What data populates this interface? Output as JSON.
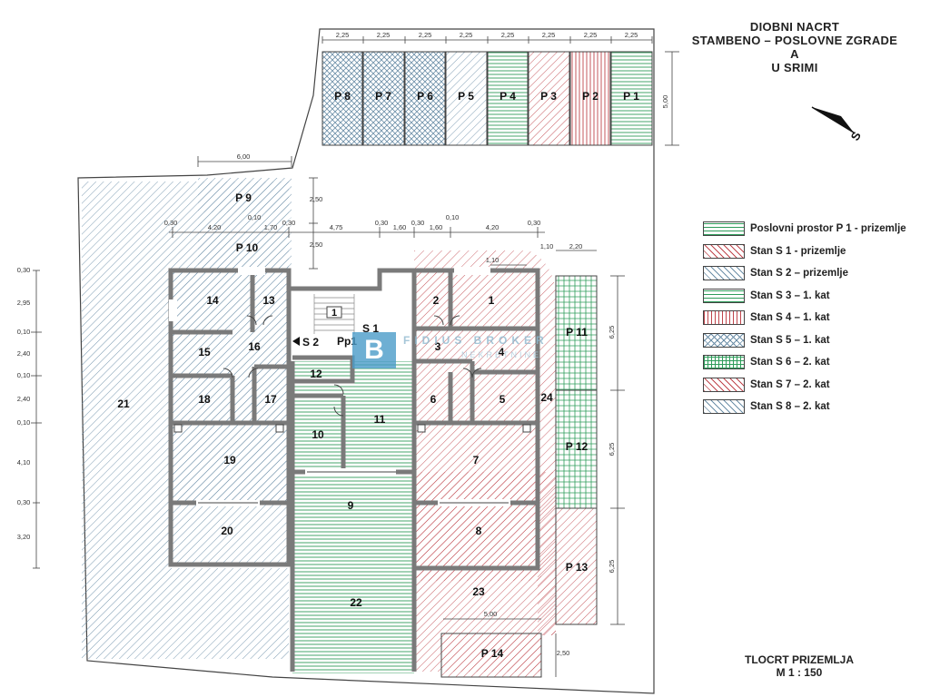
{
  "title": {
    "line1": "DIOBNI NACRT",
    "line2": "STAMBENO – POSLOVNE ZGRADE A",
    "line3": "U SRIMI"
  },
  "orientation": {
    "label": "S"
  },
  "footer": {
    "line1": "TLOCRT PRIZEMLJA",
    "line2": "M 1 : 150"
  },
  "watermark": {
    "logo": "B",
    "text": "FIDIUS BROKER",
    "sub": "NEKRETNINE"
  },
  "colors": {
    "green": "#2e9c5a",
    "red": "#c0454c",
    "blue": "#6c8fa8",
    "wall": "#777777"
  },
  "legend": [
    {
      "label": "Poslovni prostor P 1 - prizemlje",
      "pattern": "green-h"
    },
    {
      "label": "Stan S 1 - prizemlje",
      "pattern": "red-d"
    },
    {
      "label": "Stan S 2 – prizemlje",
      "pattern": "blue-d"
    },
    {
      "label": "Stan S 3 – 1. kat",
      "pattern": "green-h"
    },
    {
      "label": "Stan S 4 – 1. kat",
      "pattern": "red-v"
    },
    {
      "label": "Stan S 5 – 1. kat",
      "pattern": "blue-x"
    },
    {
      "label": "Stan S 6 – 2. kat",
      "pattern": "green-grid"
    },
    {
      "label": "Stan S 7 – 2. kat",
      "pattern": "red-d"
    },
    {
      "label": "Stan S 8 – 2. kat",
      "pattern": "blue-d"
    }
  ],
  "parking_top": {
    "spaces": [
      "P 8",
      "P 7",
      "P 6",
      "P 5",
      "P 4",
      "P 3",
      "P 2",
      "P 1"
    ],
    "patterns": [
      "blue-x",
      "blue-x",
      "blue-x",
      "blue-d",
      "green-h",
      "red-d",
      "red-v",
      "green-h"
    ],
    "widths": [
      "2,25",
      "2,25",
      "2,25",
      "2,25",
      "2,25",
      "2,25",
      "2,25",
      "2,25"
    ],
    "depth": "5,00"
  },
  "parking_side": [
    "P 11",
    "P 12",
    "P 13"
  ],
  "parking_other": {
    "p9": "P 9",
    "p10": "P 10",
    "p14": "P 14"
  },
  "rooms": {
    "r1": "1",
    "r2": "2",
    "r3": "3",
    "r4": "4",
    "r5": "5",
    "r6": "6",
    "r7": "7",
    "r8": "8",
    "r9": "9",
    "r10": "10",
    "r11": "11",
    "r12": "12",
    "r13": "13",
    "r14": "14",
    "r15": "15",
    "r16": "16",
    "r17": "17",
    "r18": "18",
    "r19": "19",
    "r20": "20",
    "r21": "21",
    "r22": "22",
    "r23": "23",
    "r24": "24"
  },
  "stair": {
    "number": "1"
  },
  "labels": {
    "s1": "S 1",
    "s2": "S 2",
    "pp1": "Pp1"
  },
  "dims": {
    "d600": "6,00",
    "d250a": "2,50",
    "d250b": "2,50",
    "d250c": "2,50",
    "d030a": "0,30",
    "d420a": "4,20",
    "d010a": "0,10",
    "d170": "1,70",
    "d030b": "0,30",
    "d475": "4,75",
    "d030c": "0,30",
    "d160a": "1,60",
    "d030d": "0,30",
    "d160b": "1,60",
    "d010b": "0,10",
    "d420b": "4,20",
    "d030e": "0,30",
    "d110a": "1,10",
    "d110b": "1,10",
    "d220": "2,20",
    "d625a": "6,25",
    "d625b": "6,25",
    "d625c": "6,25",
    "d500": "5,00",
    "left": [
      "0,30",
      "2,95",
      "0,10",
      "2,40",
      "0,10",
      "2,40",
      "0,10",
      "4,10",
      "0,30",
      "3,20"
    ]
  }
}
